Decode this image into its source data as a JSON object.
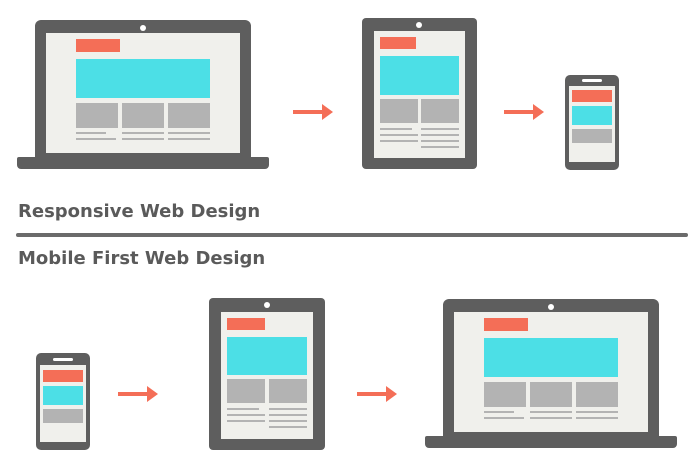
{
  "sections": {
    "top_label": "Responsive Web Design",
    "bottom_label": "Mobile First Web Design"
  },
  "sequences": {
    "top": [
      "laptop",
      "tablet",
      "phone"
    ],
    "bottom": [
      "phone",
      "tablet",
      "laptop"
    ]
  },
  "colors": {
    "device_frame": "#5e5e5e",
    "screen": "#f0f0ec",
    "header_block": "#f46e57",
    "hero_block": "#4cdfe6",
    "content_block": "#b3b3b3",
    "arrow": "#f46e57",
    "divider": "#6b6b6b",
    "label_text": "#5a5a5a"
  },
  "icons": [
    "laptop-icon",
    "tablet-icon",
    "phone-icon",
    "arrow-right-icon"
  ]
}
